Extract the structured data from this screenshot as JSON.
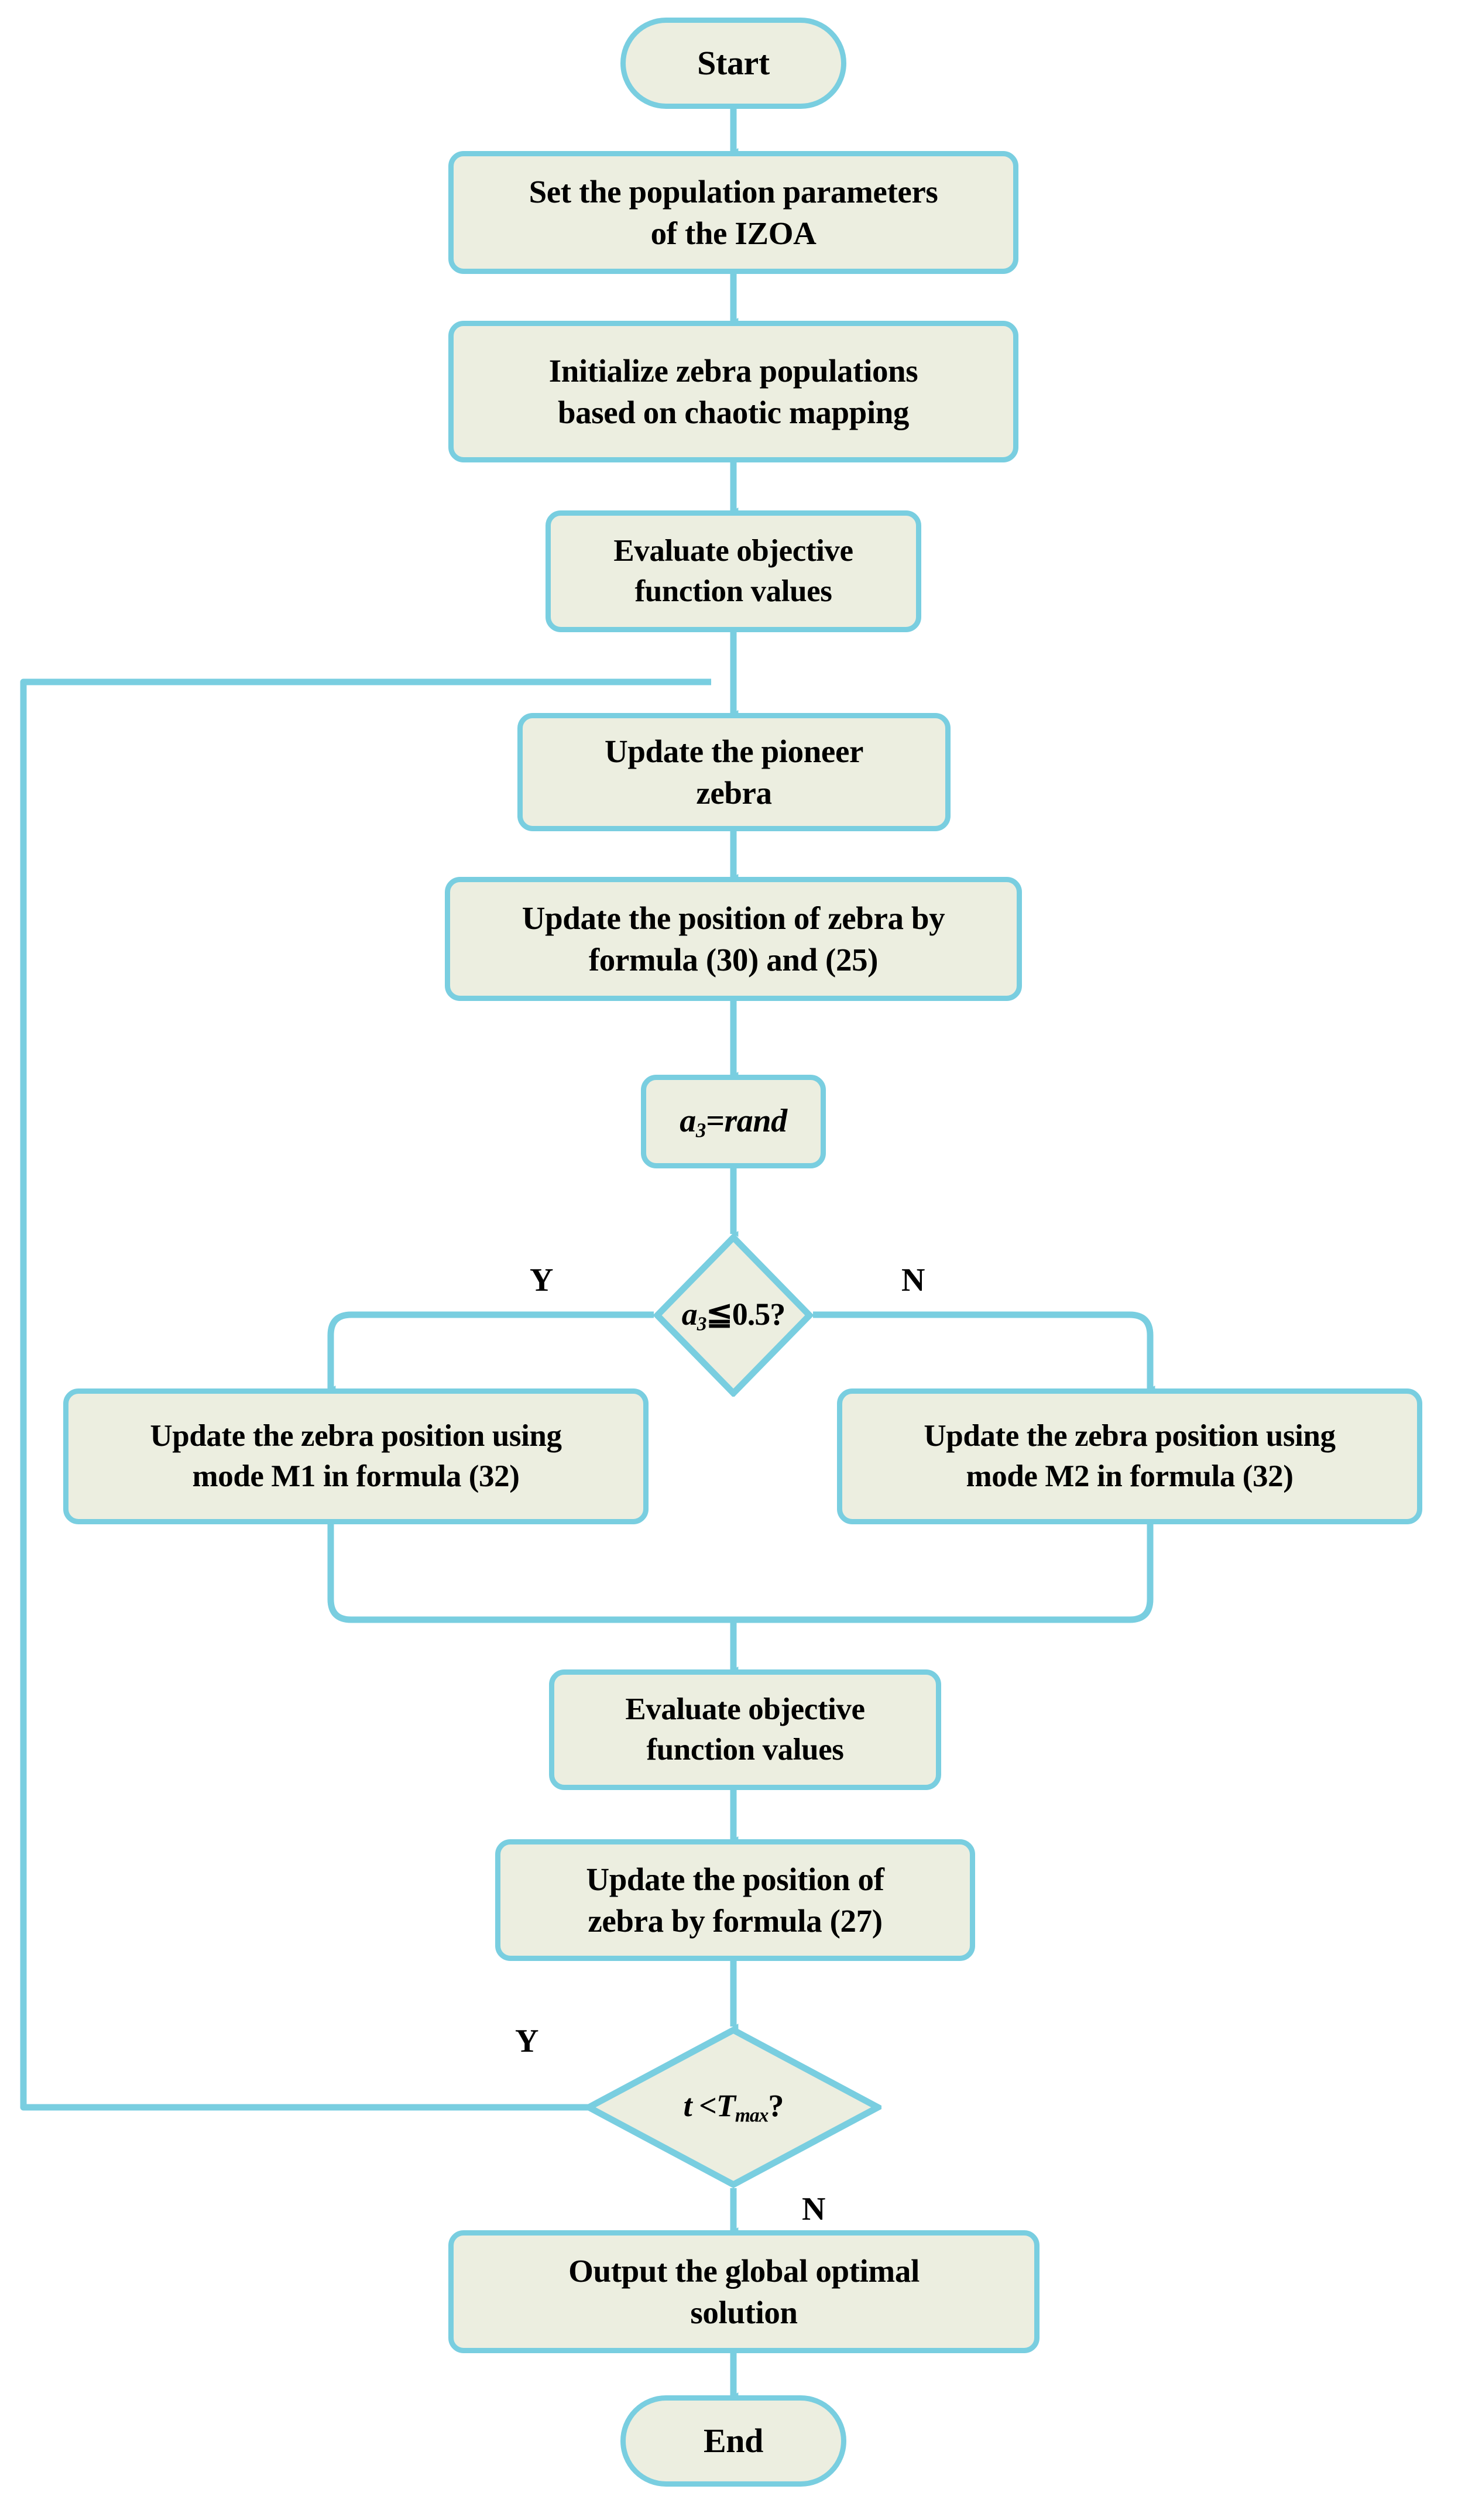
{
  "diagram": {
    "title": "IZOA algorithm flowchart",
    "colors": {
      "node_fill": "#ECEEE0",
      "node_border": "#79CEE0",
      "edge": "#79CEE0",
      "text": "#000000",
      "background": "#FFFFFF"
    }
  },
  "nodes": {
    "start": {
      "label": "Start",
      "shape": "terminator"
    },
    "set_params": {
      "label": "Set the population parameters\nof the IZOA",
      "shape": "process"
    },
    "init_pop": {
      "label": "Initialize zebra populations\nbased on chaotic mapping",
      "shape": "process"
    },
    "eval_1": {
      "label": "Evaluate  objective\nfunction values",
      "shape": "process"
    },
    "update_pioneer": {
      "label": "Update the pioneer\nzebra",
      "shape": "process"
    },
    "update_pos_30_25": {
      "label": "Update the position of zebra by\nformula (30) and (25)",
      "shape": "process"
    },
    "a3_rand": {
      "label": "a3=rand",
      "label_parts": {
        "var": "a",
        "sub": "3",
        "rest": "=rand"
      },
      "shape": "process-formula"
    },
    "decision_a3": {
      "label": "a3≤0.5?",
      "label_parts": {
        "var": "a",
        "sub": "3",
        "rest": "≦0.5?"
      },
      "shape": "decision"
    },
    "mode_m1": {
      "label": "Update the zebra position using\nmode M1 in formula (32)",
      "shape": "process"
    },
    "mode_m2": {
      "label": "Update the zebra position using\nmode M2 in formula (32)",
      "shape": "process"
    },
    "eval_2": {
      "label": "Evaluate  objective\nfunction values",
      "shape": "process"
    },
    "update_pos_27": {
      "label": "Update the position of\nzebra by formula (27)",
      "shape": "process"
    },
    "decision_t": {
      "label": "t <Tmax?",
      "label_parts": {
        "var": "t",
        "op": " <",
        "var2": "T",
        "sub": "max",
        "rest": "?"
      },
      "shape": "decision"
    },
    "output": {
      "label": "Output the global optimal\nsolution",
      "shape": "process"
    },
    "end": {
      "label": "End",
      "shape": "terminator"
    }
  },
  "edge_labels": {
    "a3_yes": "Y",
    "a3_no": "N",
    "t_yes": "Y",
    "t_no": "N"
  }
}
